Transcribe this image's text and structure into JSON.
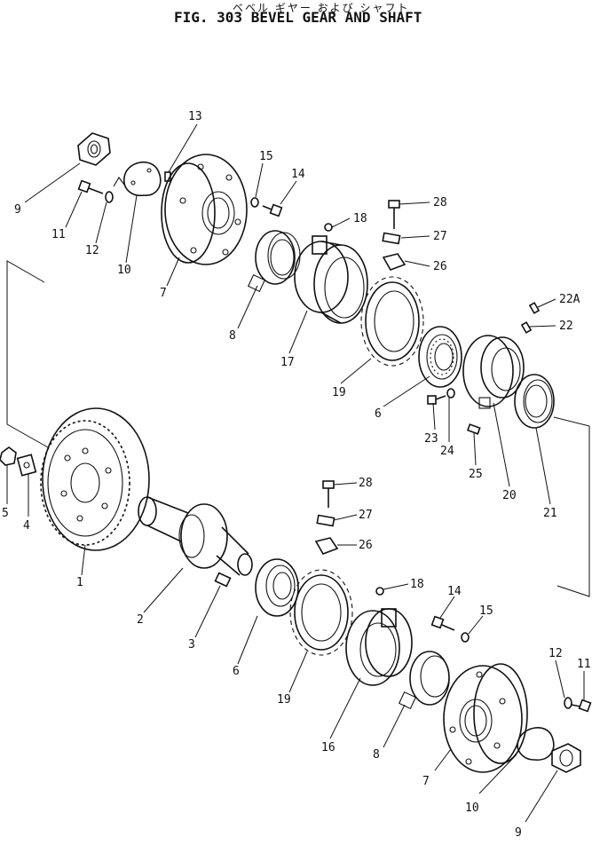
{
  "title_japanese": "ベベル ギヤー および シャフト",
  "title": "FIG. 303  BEVEL GEAR AND SHAFT",
  "labels": {
    "p13": "13",
    "p15a": "15",
    "p14a": "14",
    "p28a": "28",
    "p18a": "18",
    "p27a": "27",
    "p26a": "26",
    "p9a": "9",
    "p11a": "11",
    "p12a": "12",
    "p10a": "10",
    "p7a": "7",
    "p8a": "8",
    "p17": "17",
    "p19a": "19",
    "p22a": "22A",
    "p22": "22",
    "p6a": "6",
    "p23": "23",
    "p24": "24",
    "p25": "25",
    "p20": "20",
    "p21": "21",
    "p5": "5",
    "p4": "4",
    "p28b": "28",
    "p27b": "27",
    "p26b": "26",
    "p1": "1",
    "p2": "2",
    "p3": "3",
    "p6b": "6",
    "p19b": "19",
    "p18b": "18",
    "p14b": "14",
    "p15b": "15",
    "p12b": "12",
    "p11b": "11",
    "p16": "16",
    "p8b": "8",
    "p7b": "7",
    "p10b": "10",
    "p9b": "9"
  }
}
